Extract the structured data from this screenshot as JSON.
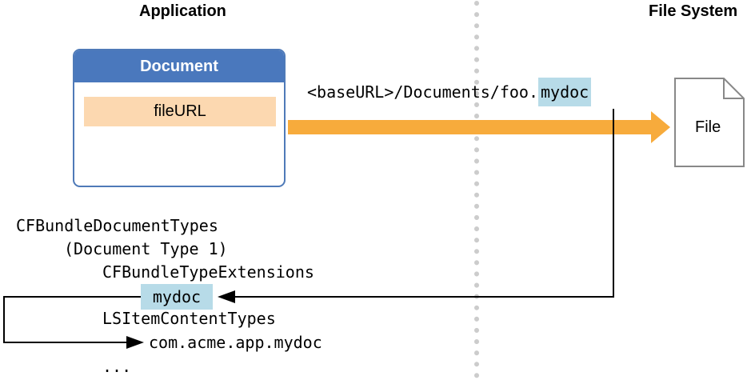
{
  "headings": {
    "application": "Application",
    "file_system": "File System"
  },
  "document": {
    "title": "Document",
    "property": "fileURL"
  },
  "url_path": {
    "prefix": "<baseURL>/Documents/foo.",
    "extension": "mydoc"
  },
  "file": {
    "label": "File"
  },
  "plist": {
    "line1": "CFBundleDocumentTypes",
    "line2": "(Document Type 1)",
    "line3": "CFBundleTypeExtensions",
    "extension_value": "mydoc",
    "line5": "LSItemContentTypes",
    "content_type": "com.acme.app.mydoc",
    "ellipsis": "..."
  },
  "colors": {
    "document_header": "#4a78bd",
    "document_border": "#4f7ab8",
    "fileurl_fill": "#fcd8b0",
    "arrow_orange": "#f7ab3c",
    "highlight_blue": "#b7dbe8",
    "divider_gray": "#cccccc"
  }
}
